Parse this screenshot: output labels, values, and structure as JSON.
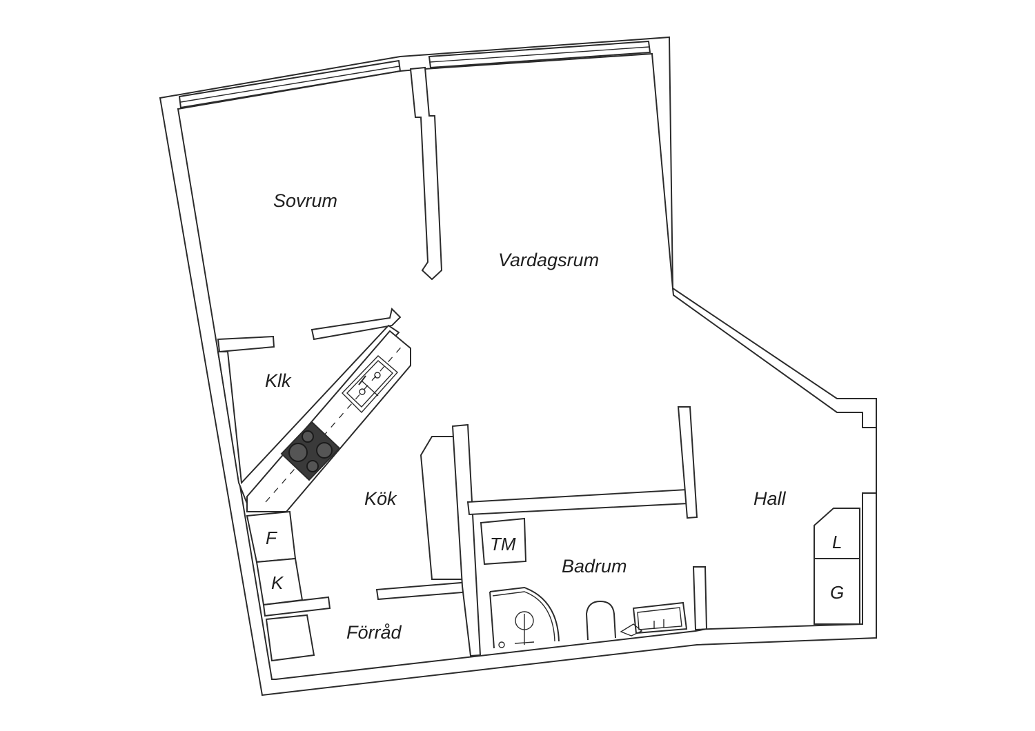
{
  "rooms": {
    "sovrum": "Sovrum",
    "vardagsrum": "Vardagsrum",
    "klk": "Klk",
    "kok": "Kök",
    "hall": "Hall",
    "badrum": "Badrum",
    "forrad": "Förråd"
  },
  "fixtures": {
    "f": "F",
    "k": "K",
    "tm": "TM",
    "l": "L",
    "g": "G"
  },
  "colors": {
    "wall_stroke": "#2b2b2b",
    "stove": "#3a3a3a",
    "background": "#ffffff"
  }
}
